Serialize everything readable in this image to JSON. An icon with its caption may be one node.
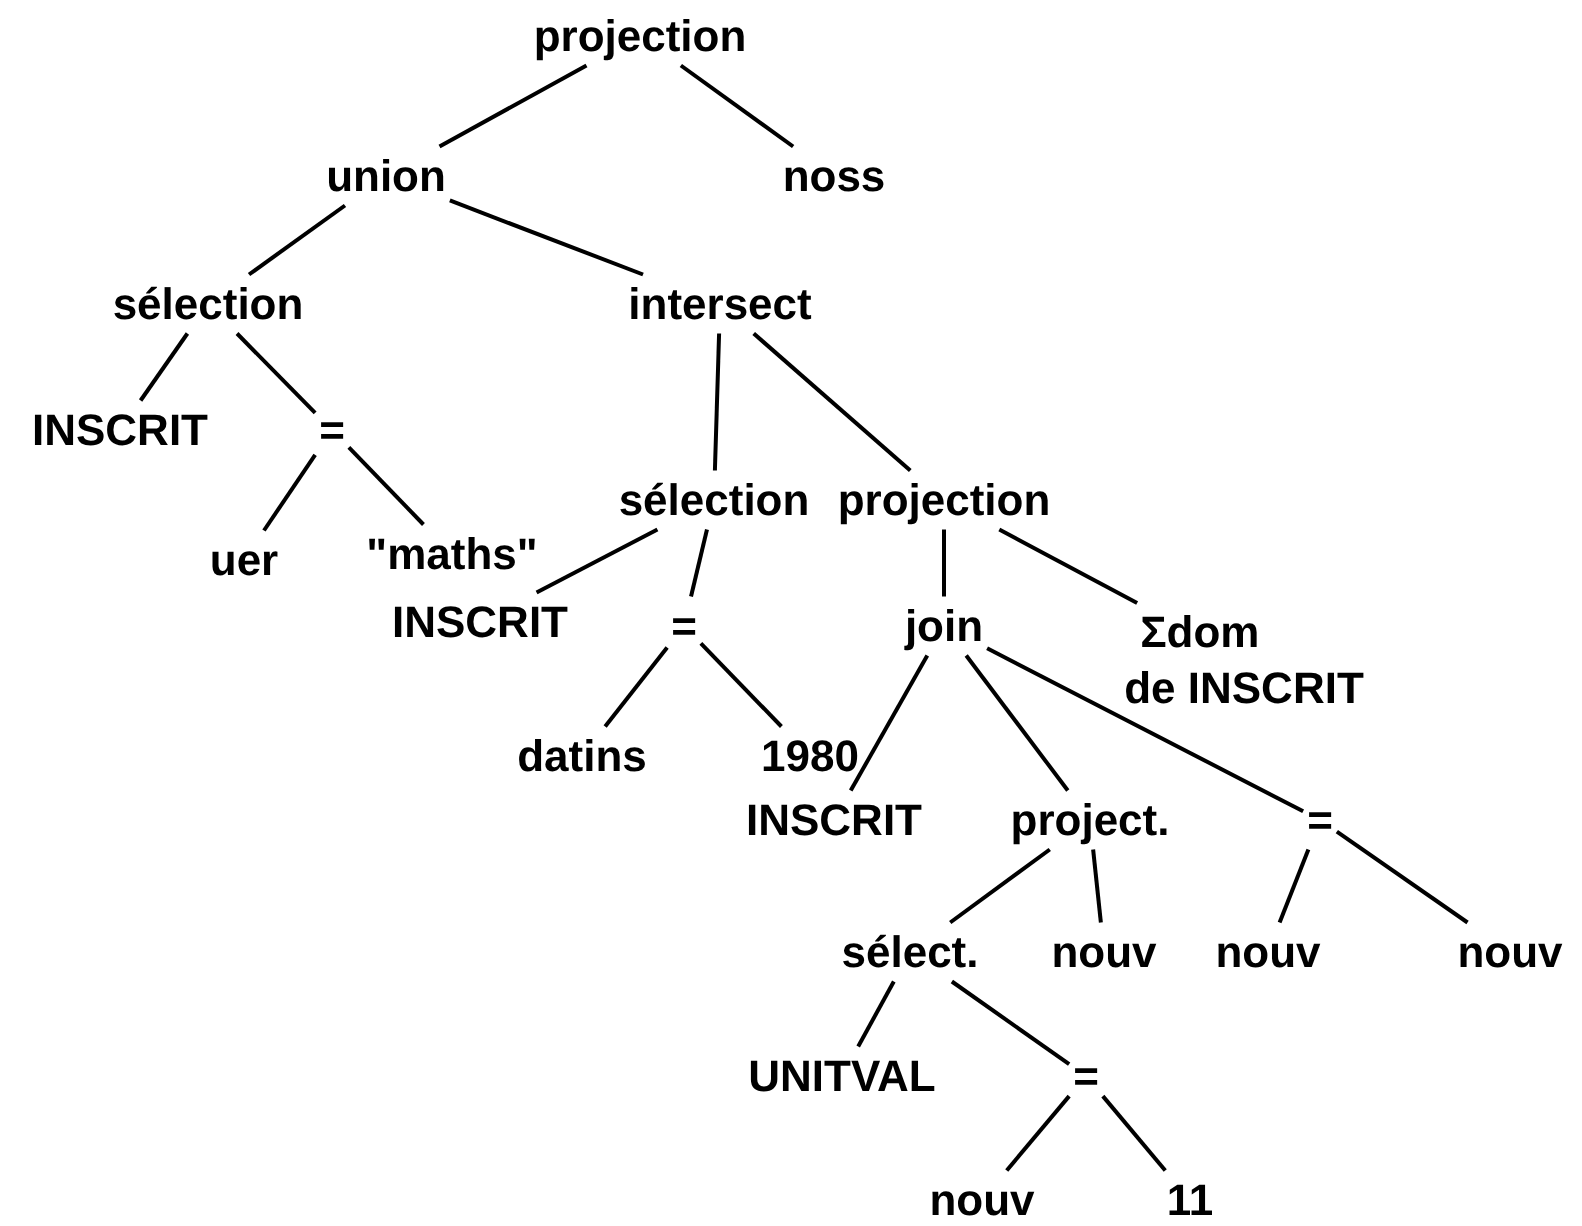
{
  "diagram": {
    "nodes": [
      {
        "text": [
          "projection"
        ]
      },
      {
        "text": [
          "union"
        ]
      },
      {
        "text": [
          "noss"
        ]
      },
      {
        "text": [
          "sélection"
        ]
      },
      {
        "text": [
          "intersect"
        ]
      },
      {
        "text": [
          "INSCRIT"
        ]
      },
      {
        "text": [
          "="
        ]
      },
      {
        "text": [
          "uer"
        ]
      },
      {
        "text": [
          "\"maths\""
        ]
      },
      {
        "text": [
          "sélection"
        ]
      },
      {
        "text": [
          "projection"
        ]
      },
      {
        "text": [
          "INSCRIT"
        ]
      },
      {
        "text": [
          "="
        ]
      },
      {
        "text": [
          "join"
        ]
      },
      {
        "text": [
          "Σdom de INSCRIT"
        ]
      },
      {
        "text": [
          "datins"
        ]
      },
      {
        "text": [
          "1980"
        ]
      },
      {
        "text": [
          "INSCRIT"
        ]
      },
      {
        "text": [
          "project."
        ]
      },
      {
        "text": [
          "="
        ]
      },
      {
        "text": [
          "sélect."
        ]
      },
      {
        "text": [
          "nouv"
        ]
      },
      {
        "text": [
          "nouv"
        ]
      },
      {
        "text": [
          "nouv"
        ]
      },
      {
        "text": [
          "UNITVAL"
        ]
      },
      {
        "text": [
          "="
        ]
      },
      {
        "text": [
          "nouv"
        ]
      },
      {
        "text": [
          "11"
        ]
      }
    ],
    "edges": [
      {
        "from": 0,
        "to": 1,
        "arrow": "none"
      },
      {
        "from": 0,
        "to": 2,
        "arrow": "none"
      },
      {
        "from": 1,
        "to": 3,
        "arrow": "none"
      },
      {
        "from": 1,
        "to": 4,
        "arrow": "none"
      },
      {
        "from": 3,
        "to": 5,
        "arrow": "none"
      },
      {
        "from": 3,
        "to": 6,
        "arrow": "none"
      },
      {
        "from": 6,
        "to": 7,
        "arrow": "none"
      },
      {
        "from": 6,
        "to": 8,
        "arrow": "none"
      },
      {
        "from": 4,
        "to": 9,
        "arrow": "none"
      },
      {
        "from": 4,
        "to": 10,
        "arrow": "none"
      },
      {
        "from": 9,
        "to": 11,
        "arrow": "none"
      },
      {
        "from": 9,
        "to": 12,
        "arrow": "none"
      },
      {
        "from": 12,
        "to": 15,
        "arrow": "none"
      },
      {
        "from": 12,
        "to": 16,
        "arrow": "none"
      },
      {
        "from": 10,
        "to": 13,
        "arrow": "none"
      },
      {
        "from": 10,
        "to": 14,
        "arrow": "none"
      },
      {
        "from": 13,
        "to": 17,
        "arrow": "none"
      },
      {
        "from": 13,
        "to": 18,
        "arrow": "none"
      },
      {
        "from": 13,
        "to": 19,
        "arrow": "none"
      },
      {
        "from": 18,
        "to": 20,
        "arrow": "none"
      },
      {
        "from": 18,
        "to": 21,
        "arrow": "none"
      },
      {
        "from": 19,
        "to": 22,
        "arrow": "none"
      },
      {
        "from": 19,
        "to": 23,
        "arrow": "none"
      },
      {
        "from": 20,
        "to": 24,
        "arrow": "none"
      },
      {
        "from": 20,
        "to": 25,
        "arrow": "none"
      },
      {
        "from": 25,
        "to": 26,
        "arrow": "none"
      },
      {
        "from": 25,
        "to": 27,
        "arrow": "none"
      }
    ]
  }
}
